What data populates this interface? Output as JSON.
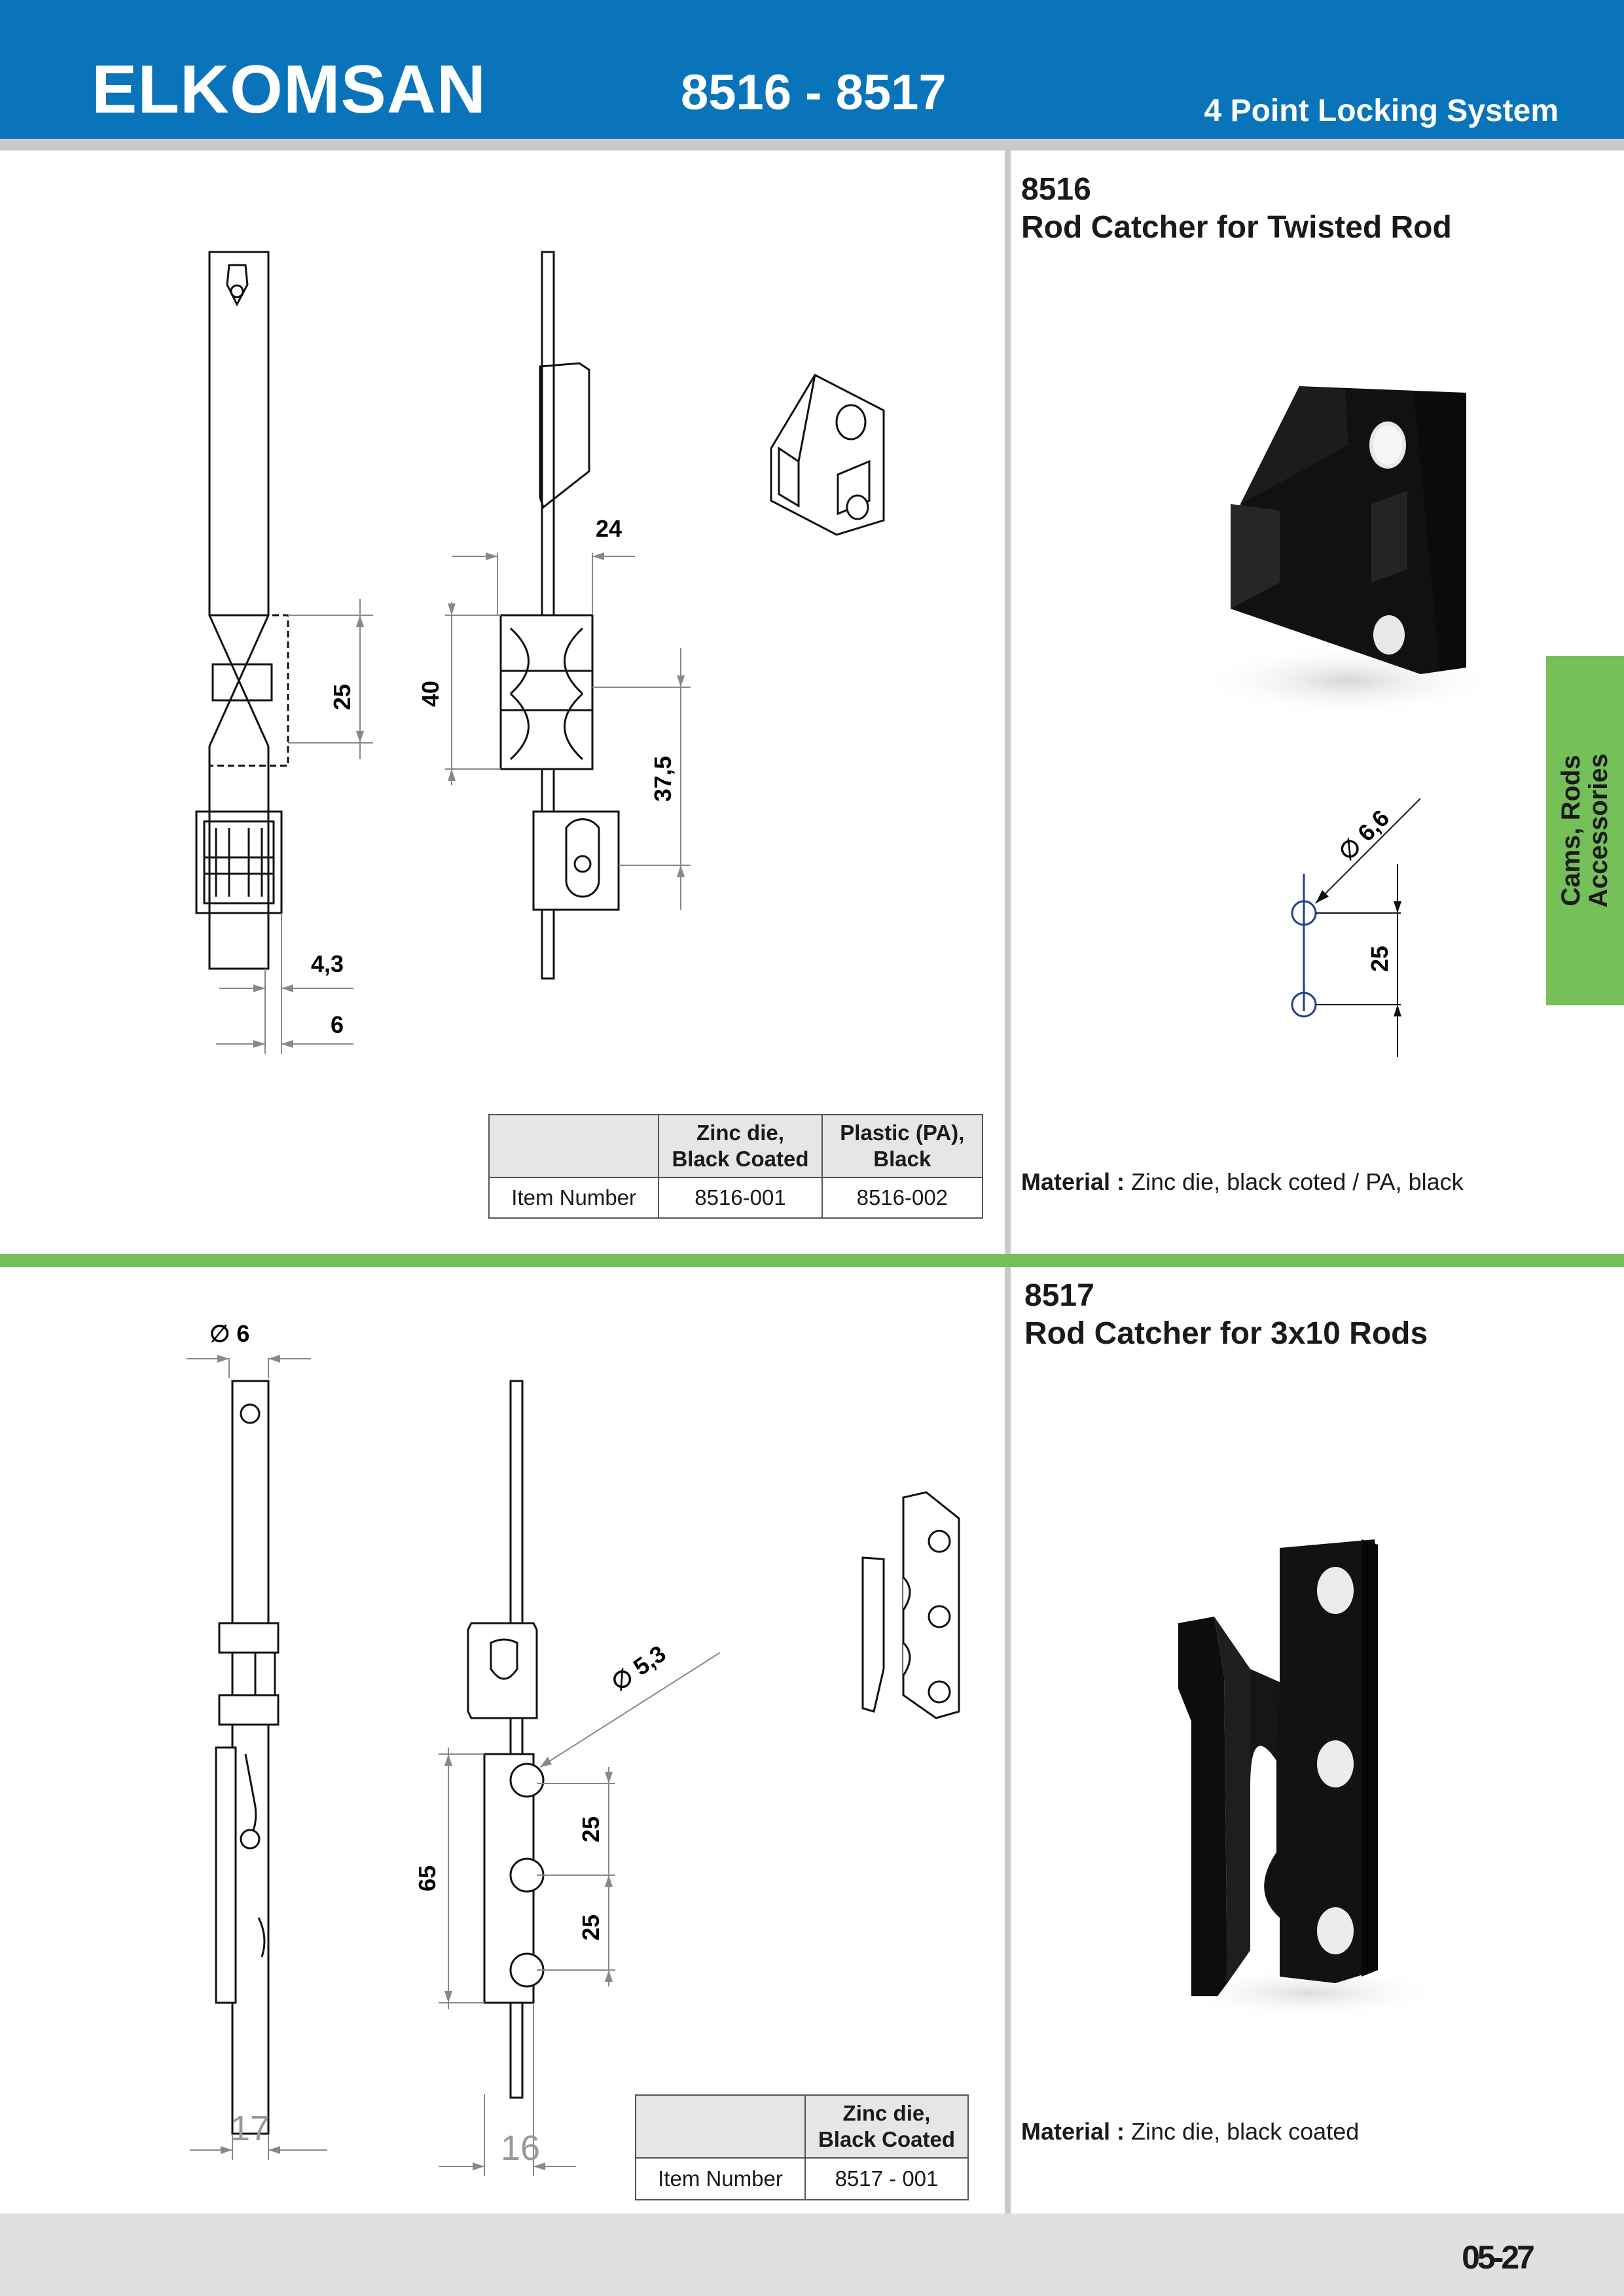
{
  "header": {
    "brand": "ELKOMSAN",
    "codes": "8516 - 8517",
    "subtitle": "4 Point Locking System"
  },
  "side_tab": {
    "line1": "Cams, Rods",
    "line2": "Accessories"
  },
  "product_8516": {
    "code": "8516",
    "name": "Rod Catcher for Twisted Rod",
    "material_label": "Material :",
    "material_value": " Zinc die, black coted / PA, black",
    "dims": {
      "d1": "25",
      "d2": "4,3",
      "d3": "6",
      "d4": "24",
      "d5": "40",
      "d6": "37,5",
      "d7": "∅ 6,6",
      "d8": "25"
    },
    "table": {
      "col1": [
        "Zinc die,",
        "Black Coated"
      ],
      "col2": [
        "Plastic (PA),",
        "Black"
      ],
      "row_label": "Item Number",
      "v1": "8516-001",
      "v2": "8516-002"
    }
  },
  "product_8517": {
    "code": "8517",
    "name": "Rod Catcher for 3x10 Rods",
    "material_label": "Material :",
    "material_value": " Zinc die, black coated",
    "dims": {
      "d1": "∅ 6",
      "d2": "∅ 5,3",
      "d3": "25",
      "d4": "25",
      "d5": "65",
      "d6": "17",
      "d7": "16"
    },
    "table": {
      "col1": [
        "Zinc die,",
        "Black Coated"
      ],
      "row_label": "Item Number",
      "v1": "8517 - 001"
    }
  },
  "footer": {
    "page": "05-27"
  },
  "colors": {
    "header_blue": "#0a74bb",
    "accent_green": "#76c05a",
    "divider_gray": "#c9c9c9",
    "dimension_blue": "#1e3f8a"
  }
}
